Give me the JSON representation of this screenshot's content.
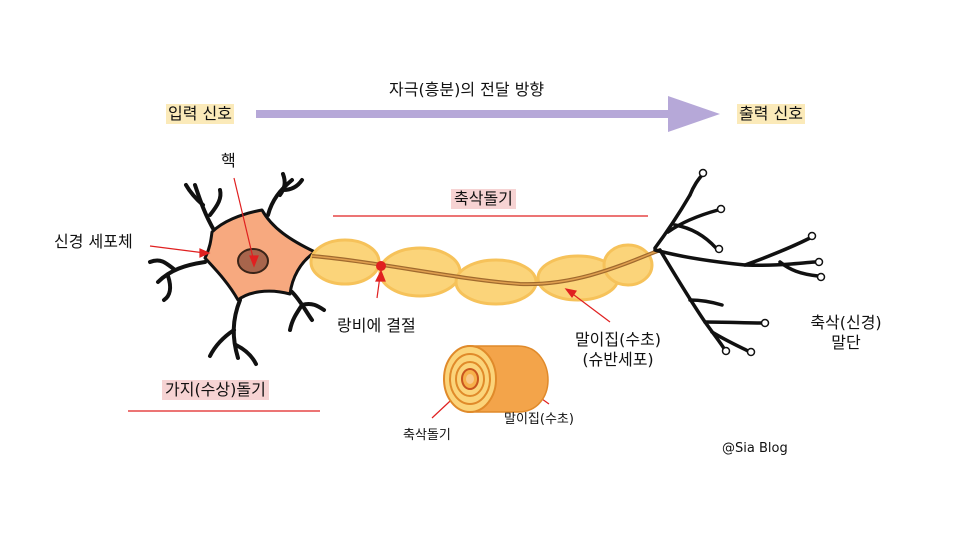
{
  "labels": {
    "input_signal": "입력 신호",
    "output_signal": "출력 신호",
    "direction": "자극(흥분)의 전달 방향",
    "nucleus": "핵",
    "cell_body": "신경 세포체",
    "axon_top": "축삭돌기",
    "node_of_ranvier": "랑비에 결절",
    "myelin_line1": "말이집(수초)",
    "myelin_line2": "(슈반세포)",
    "axon_terminal_line1": "축삭(신경)",
    "axon_terminal_line2": "말단",
    "dendrite": "가지(수상)돌기",
    "cross_axon": "축삭돌기",
    "cross_myelin": "말이집(수초)",
    "credit": "@Sia Blog"
  },
  "colors": {
    "arrow": "#b6a8d8",
    "soma": "#f7a97f",
    "nucleus": "#a8654c",
    "myelin": "#fbd47a",
    "axon": "#c98a3f",
    "pointer": "#e02020",
    "label_yellow": "#fbeab9",
    "label_pink": "#f6d3d3"
  }
}
